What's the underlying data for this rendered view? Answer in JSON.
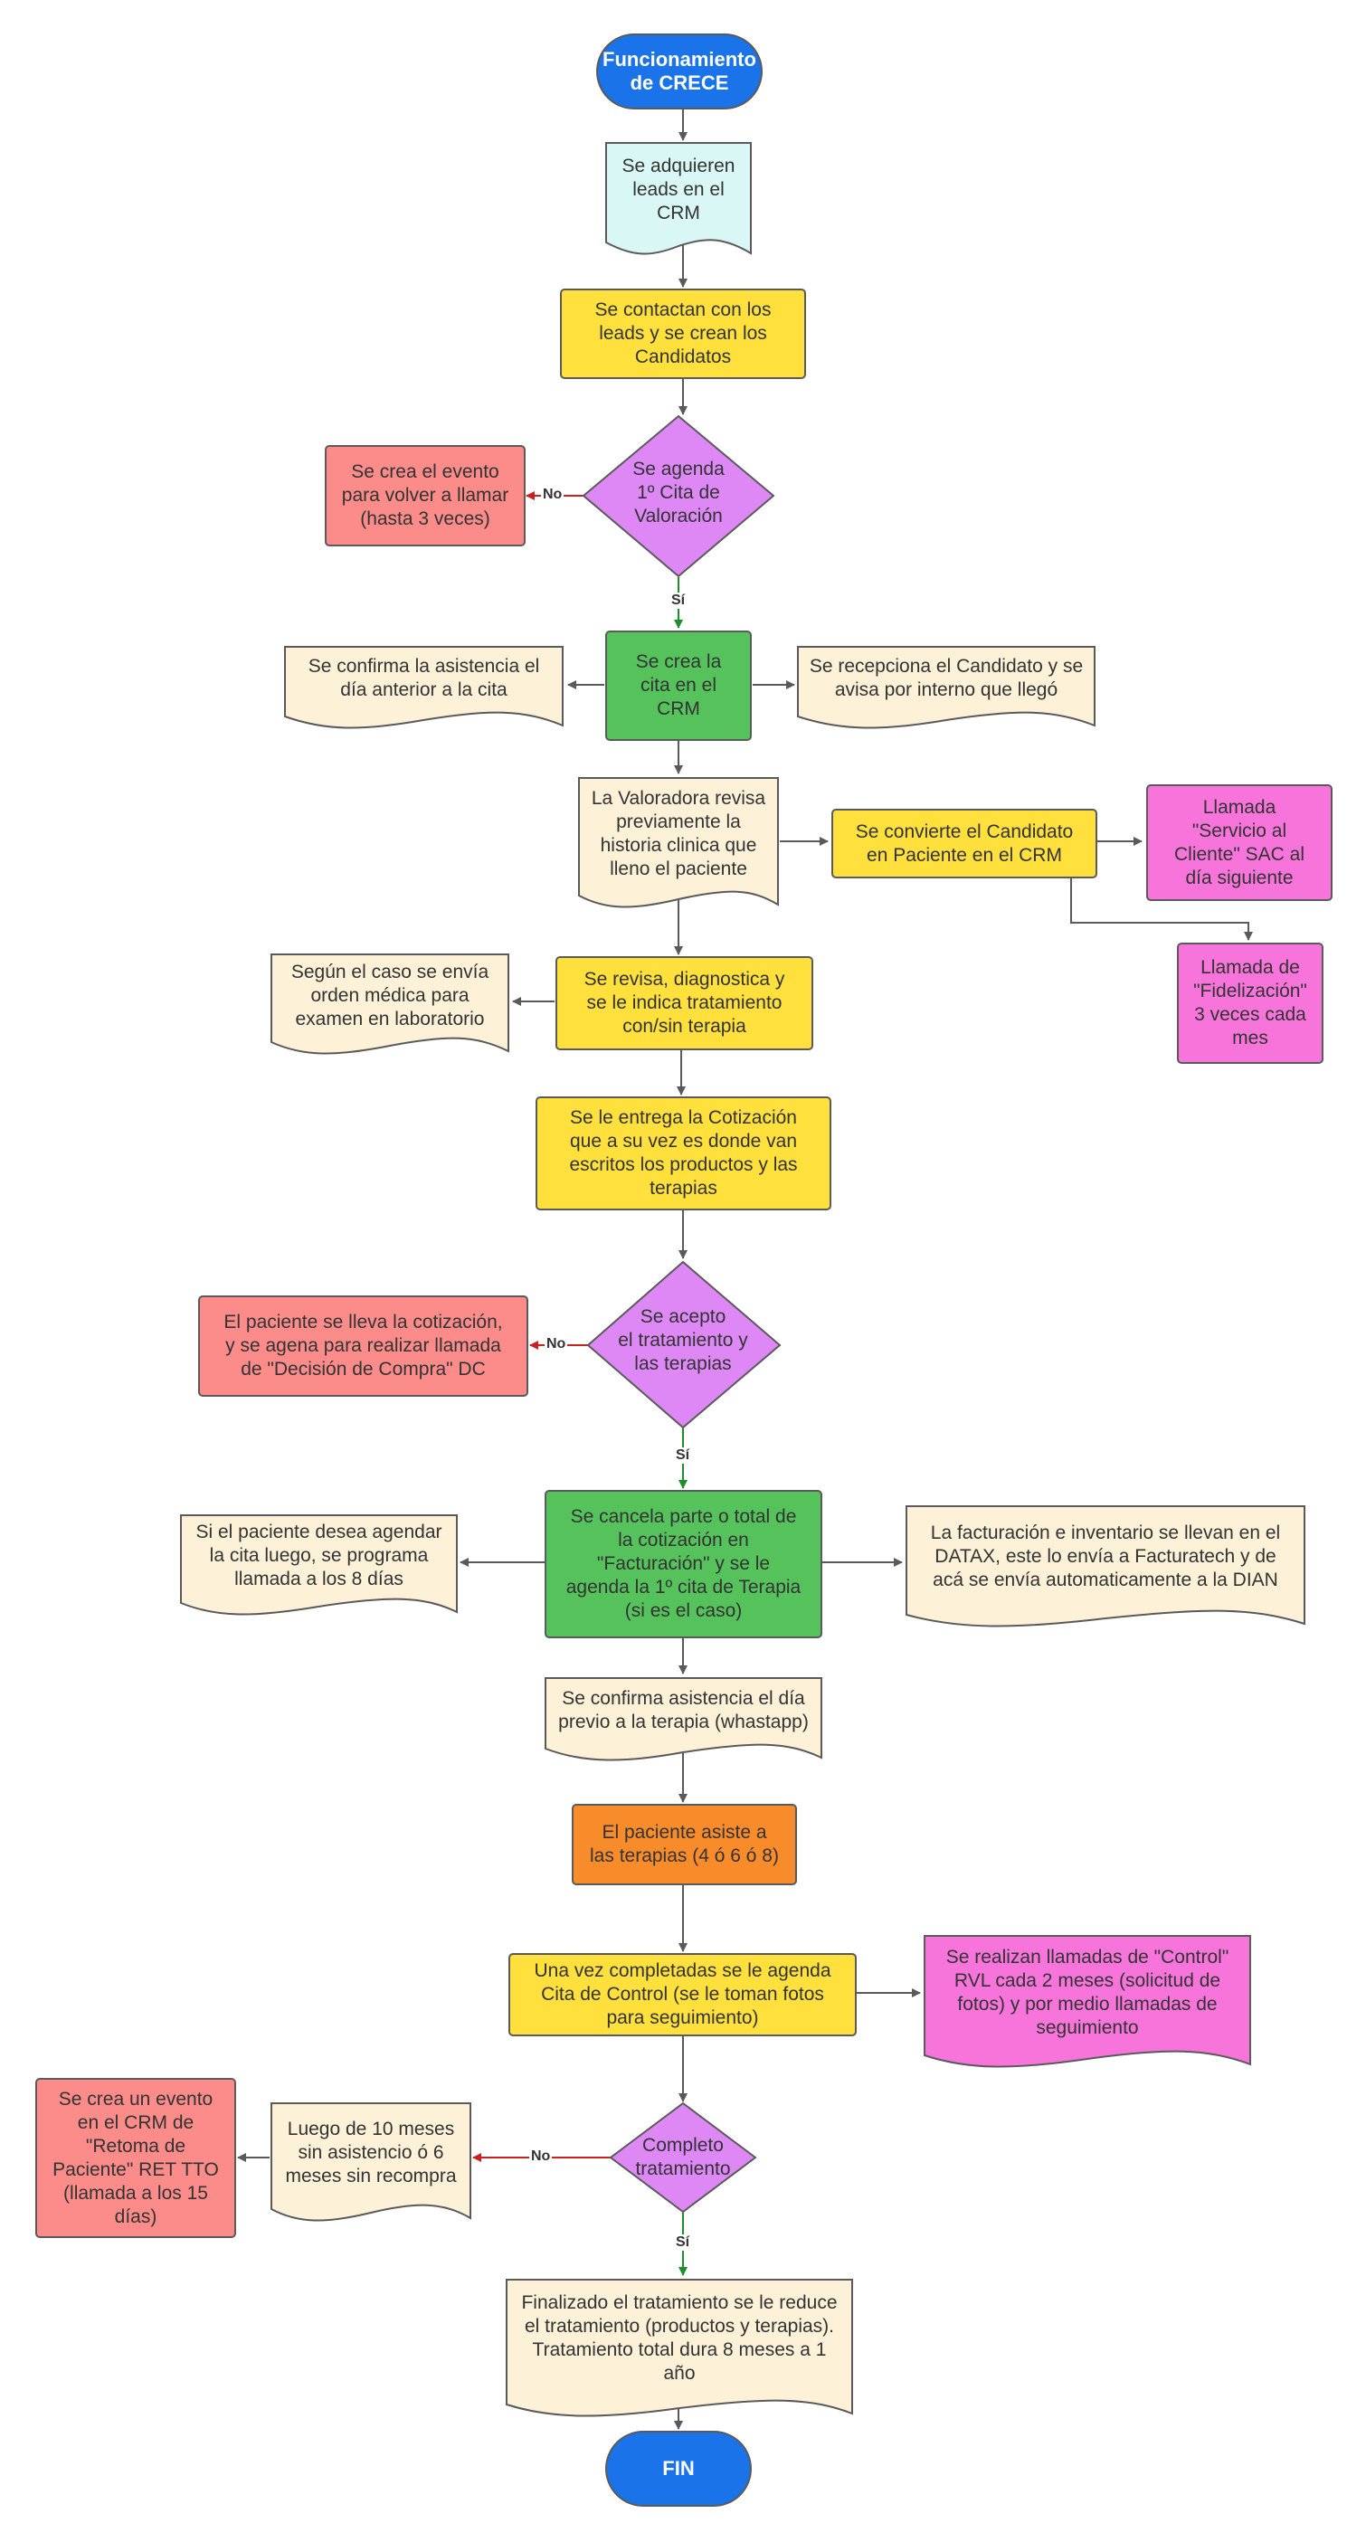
{
  "colors": {
    "blue_terminal": "#1a73e8",
    "light_cyan": "#d9f7f4",
    "yellow": "#ffe03c",
    "purple": "#dd88f5",
    "salmon": "#fb8c8a",
    "green": "#55c25c",
    "cream": "#fdf1d8",
    "pink": "#f775db",
    "orange": "#f98c2a",
    "border": "#5a5a5a",
    "edge": "#5a5a5a",
    "edge_yes": "#1f8e2d",
    "edge_no": "#cc1f1f"
  },
  "nodes": {
    "start": "Funcionamiento\nde CRECE",
    "leads_crm": "Se adquieren\nleads en el\nCRM",
    "contact_leads": "Se contactan con los\nleads y se crean los\nCandidatos",
    "schedule_decision": "Se agenda\n1º Cita de\nValoración",
    "recall_event": "Se crea el evento\npara volver a llamar\n(hasta 3 veces)",
    "create_appointment": "Se crea la\ncita en el\nCRM",
    "confirm_attendance": "Se confirma la asistencia el\ndía anterior a la cita",
    "reception": "Se recepciona el Candidato y se\navisa por interno que llegó",
    "review_history": "La Valoradora revisa\npreviamente la\nhistoria clinica que\nlleno el paciente",
    "convert_patient": "Se convierte el Candidato\nen Paciente en el CRM",
    "sac_call": "Llamada\n\"Servicio al\nCliente\" SAC al\ndía siguiente",
    "loyalty_call": "Llamada de\n\"Fidelización\"\n3 veces cada\nmes",
    "diagnose": "Se revisa, diagnostica y\nse le indica tratamiento\ncon/sin terapia",
    "lab_order": "Según el caso se envía\norden médica para\nexamen en laboratorio",
    "quotation": "Se le entrega la Cotización\nque a su vez es donde van\nescritos los productos y las\nterapias",
    "accept_decision": "Se acepto\nel tratamiento y\nlas terapias",
    "purchase_decision_call": "El paciente se lleva la cotización,\ny se agena para realizar llamada\nde \"Decisión de Compra\" DC",
    "billing": "Se cancela parte o total de\nla cotización en\n\"Facturación\" y se le\nagenda la 1º cita de Terapia\n(si es el caso)",
    "later_schedule": "Si el paciente desea agendar\nla cita luego, se programa\nllamada a los 8 días",
    "invoicing_datax": "La facturación e inventario se llevan en el\nDATAX, este lo envía a Facturatech y de\nacá se envía automaticamente a la DIAN",
    "confirm_therapy": "Se confirma asistencia el día\nprevio a la terapia (whastapp)",
    "attend_therapies": "El paciente asiste a\nlas terapias (4 ó 6 ó 8)",
    "control_appointment": "Una vez completadas se le agenda\nCita de Control (se le toman fotos\npara seguimiento)",
    "control_calls": "Se realizan llamadas de \"Control\"\nRVL cada 2 meses (solicitud de\nfotos) y por medio llamadas de\nseguimiento",
    "complete_decision": "Completo\ntratamiento",
    "no_attendance": "Luego de 10 meses\nsin asistencio ó 6\nmeses sin recompra",
    "retake_event": "Se crea un evento\nen el CRM de\n\"Retoma de\nPaciente\" RET TTO\n(llamada a los 15\ndías)",
    "finished": "Finalizado el tratamiento se le reduce\nel tratamiento (productos y terapias).\nTratamiento total dura 8 meses a 1\naño",
    "end": "FIN"
  },
  "edge_labels": {
    "no_1": "No",
    "yes_1": "Sí",
    "no_2": "No",
    "yes_2": "Sí",
    "no_3": "No",
    "yes_3": "Sí"
  }
}
